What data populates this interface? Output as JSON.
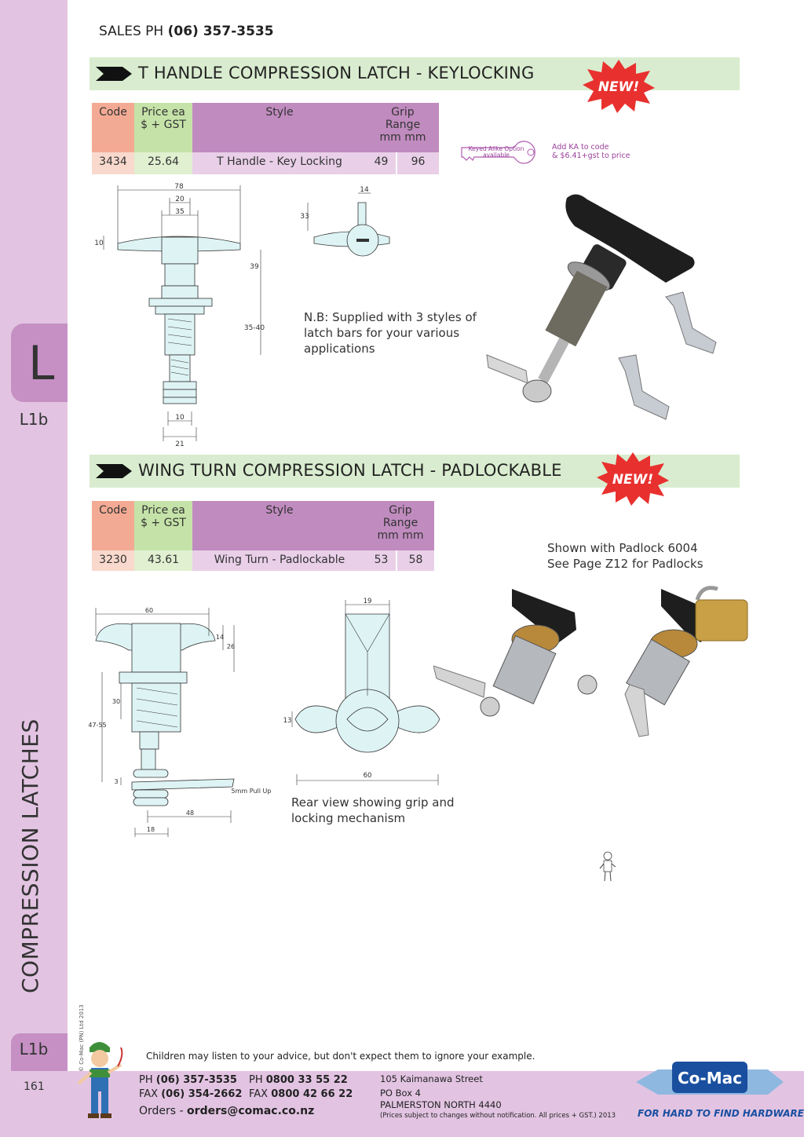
{
  "header": {
    "sales_label": "SALES  PH",
    "sales_phone": "(06) 357-3535"
  },
  "sidebar": {
    "tab_letter": "L",
    "code_top": "L1b",
    "code_bottom": "L1b",
    "section_vertical": "COMPRESSION LATCHES",
    "page_number": "161",
    "copyright": "© Co-Mac (PN) Ltd 2013"
  },
  "badge_text": "NEW!",
  "product1": {
    "title": "T HANDLE COMPRESSION LATCH - KEYLOCKING",
    "table": {
      "headers": {
        "code": "Code",
        "price_l1": "Price ea",
        "price_l2": "$ + GST",
        "style": "Style",
        "grip_l1": "Grip",
        "grip_l2": "Range",
        "grip_l3": "mm mm"
      },
      "row": {
        "code": "3434",
        "price": "25.64",
        "style": "T Handle - Key Locking",
        "grip_min": "49",
        "grip_max": "96"
      }
    },
    "key_label_l1": "Keyed Alike Option",
    "key_label_l2": "available",
    "ka_note_l1": "Add KA to code",
    "ka_note_l2": "& $6.41+gst to price",
    "dims": {
      "d78": "78",
      "d20": "20",
      "d35": "35",
      "d10": "10",
      "d39": "39",
      "d3540": "35-40",
      "d10b": "10",
      "d21": "21",
      "d14": "14",
      "d33": "33"
    },
    "note_l1": "N.B: Supplied with 3 styles of",
    "note_l2": "latch bars for your various",
    "note_l3": "applications"
  },
  "product2": {
    "title": "WING TURN COMPRESSION LATCH - PADLOCKABLE",
    "table": {
      "headers": {
        "code": "Code",
        "price_l1": "Price ea",
        "price_l2": "$ + GST",
        "style": "Style",
        "grip_l1": "Grip",
        "grip_l2": "Range",
        "grip_l3": "mm mm"
      },
      "row": {
        "code": "3230",
        "price": "43.61",
        "style": "Wing Turn - Padlockable",
        "grip_min": "53",
        "grip_max": "58"
      }
    },
    "shown_l1": "Shown with Padlock 6004",
    "shown_l2": "See Page Z12 for Padlocks",
    "dims": {
      "d60": "60",
      "d14": "14",
      "d26": "26",
      "d30": "30",
      "d4755": "47-55",
      "d3": "3",
      "pull": "5mm Pull Up",
      "d48": "48",
      "d18": "18",
      "d19": "19",
      "d13": "13",
      "d60b": "60"
    },
    "rear_l1": "Rear view showing grip and",
    "rear_l2": "locking mechanism"
  },
  "footer": {
    "quote": "Children may listen to your advice, but don't expect them to ignore your example.",
    "ph_label": "PH",
    "ph": "(06) 357-3535",
    "ph2_label": "PH",
    "ph2": "0800 33 55 22",
    "fax_label": "FAX",
    "fax": "(06) 354-2662",
    "fax2_label": "FAX",
    "fax2": "0800 42 66 22",
    "orders_label": "Orders -",
    "orders_email": "orders@comac.co.nz",
    "addr1": "105 Kaimanawa Street",
    "addr2": "PO Box 4",
    "addr3": "PALMERSTON NORTH 4440",
    "disclaimer": "(Prices subject to changes without notification.  All prices + GST.)  2013",
    "logo_text": "Co-Mac",
    "tagline": "FOR HARD TO FIND HARDWARE"
  },
  "colors": {
    "sidebar": "#e2c4e2",
    "tab": "#c690c4",
    "band": "#d9eccf",
    "badge": "#e8312f",
    "logo_blue": "#1a4fa0"
  }
}
